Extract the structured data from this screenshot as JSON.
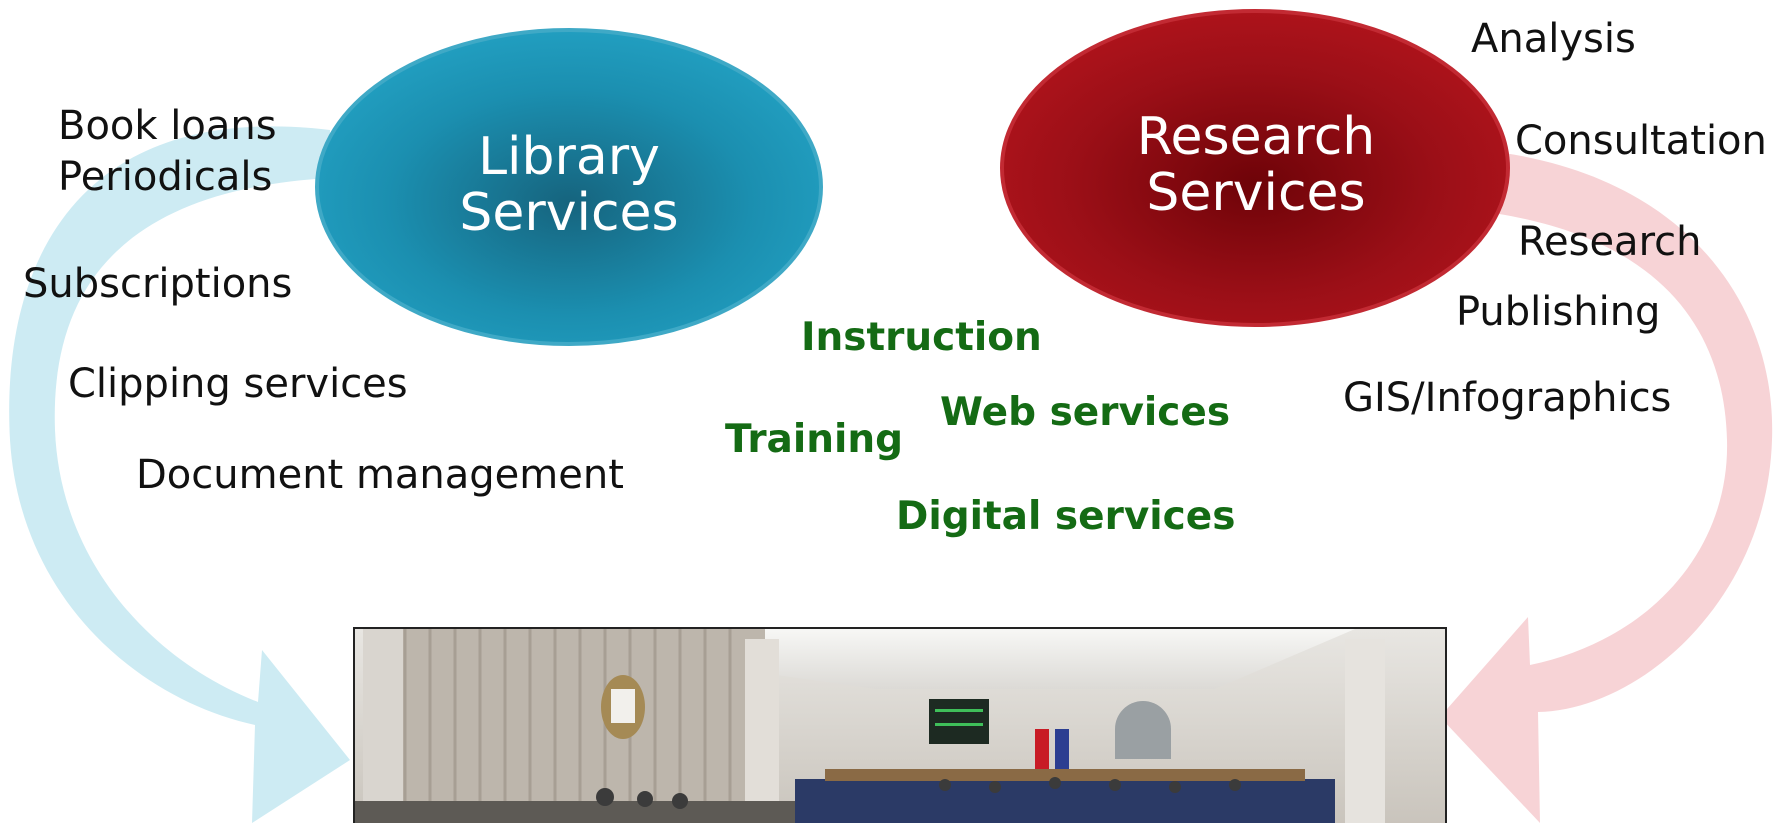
{
  "library": {
    "title_line1": "Library",
    "title_line2": "Services",
    "color": "#1b8fb0",
    "items": [
      "Book loans",
      "Periodicals",
      "Subscriptions",
      "Clipping services",
      "Document management"
    ]
  },
  "research": {
    "title_line1": "Research",
    "title_line2": "Services",
    "color": "#9b0f17",
    "items": [
      "Analysis",
      "Consultation",
      "Research",
      "Publishing",
      "GIS/Infographics"
    ]
  },
  "shared": {
    "color": "#146b14",
    "items": [
      "Instruction",
      "Training",
      "Web services",
      "Digital services"
    ]
  },
  "arrow_colors": {
    "left": "#cdebf3",
    "right": "#f7d3d6"
  },
  "photo": {
    "icon": "parliament-chamber-photo"
  }
}
